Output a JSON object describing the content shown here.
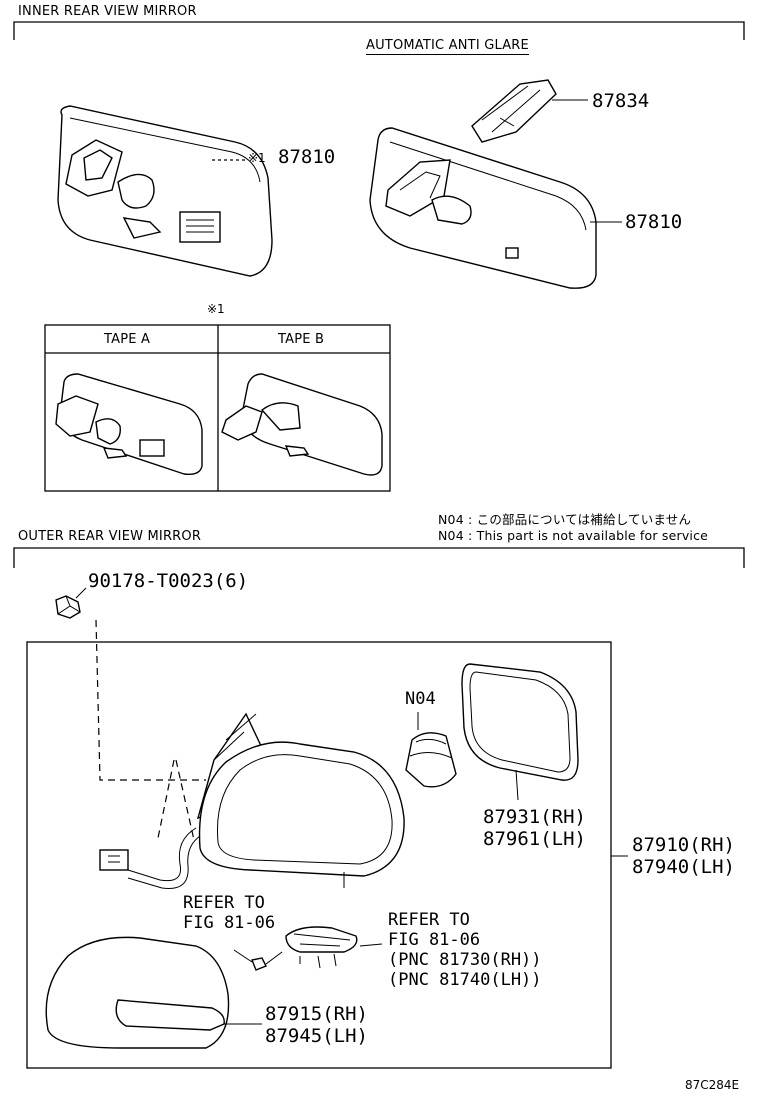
{
  "inner_section": {
    "title": "INNER REAR VIEW MIRROR",
    "auto_label": "AUTOMATIC ANTI GLARE",
    "part_87810_left": "87810",
    "mark_1": "※1",
    "part_87834": "87834",
    "part_87810_right": "87810",
    "tape_mark": "※1",
    "tape_a": "TAPE A",
    "tape_b": "TAPE B"
  },
  "notes": {
    "jp": "N04 :  この部品については補給していません",
    "en": "N04 :  This part is not available for service"
  },
  "outer_section": {
    "title": "OUTER REAR VIEW MIRROR",
    "bolt": "90178-T0023(6)",
    "n04": "N04",
    "glass_rh": "87931(RH)",
    "glass_lh": "87961(LH)",
    "assy_rh": "87910(RH)",
    "assy_lh": "87940(LH)",
    "refer1_l1": "REFER TO",
    "refer1_l2": "FIG 81-06",
    "refer2_l1": "REFER TO",
    "refer2_l2": "FIG 81-06",
    "refer2_l3": "(PNC 81730(RH))",
    "refer2_l4": "(PNC 81740(LH))",
    "cover_rh": "87915(RH)",
    "cover_lh": "87945(LH)"
  },
  "footer": {
    "code": "87C284E"
  }
}
